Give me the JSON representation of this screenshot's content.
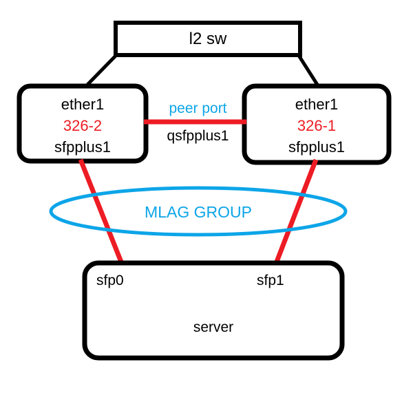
{
  "diagram": {
    "colors": {
      "stroke_black": "#000000",
      "link_red": "#ED1C24",
      "accent_blue": "#0DA5E8",
      "background": "#FFFFFF"
    },
    "nodes": {
      "l2sw": {
        "label": "l2 sw"
      },
      "left_switch": {
        "port_top": "ether1",
        "model": "326-2",
        "port_bottom": "sfpplus1"
      },
      "right_switch": {
        "port_top": "ether1",
        "model": "326-1",
        "port_bottom": "sfpplus1"
      },
      "mlag_group": {
        "label": "MLAG GROUP"
      },
      "server": {
        "label": "server",
        "port_left": "sfp0",
        "port_right": "sfp1"
      }
    },
    "links": {
      "peer": {
        "title": "peer port",
        "interface": "qsfpplus1"
      }
    }
  }
}
